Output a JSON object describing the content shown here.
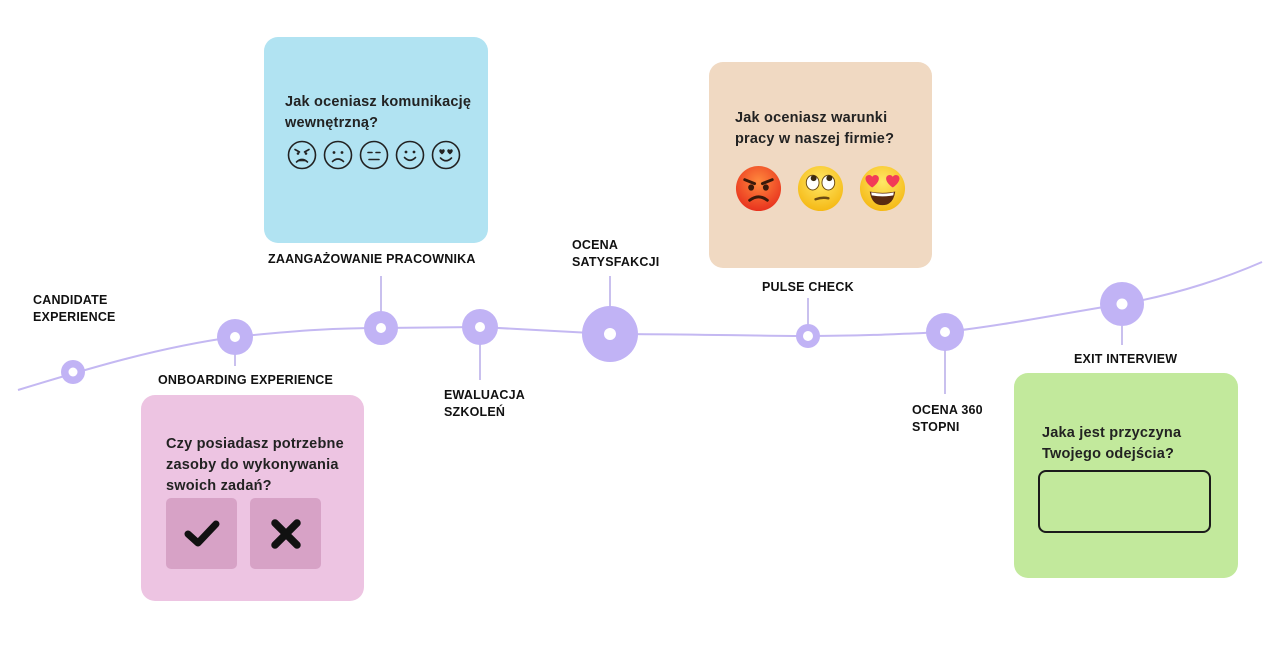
{
  "stages": [
    {
      "id": "candidate",
      "label": "CANDIDATE\nEXPERIENCE"
    },
    {
      "id": "onboarding",
      "label": "ONBOARDING EXPERIENCE"
    },
    {
      "id": "engagement",
      "label": "ZAANGAŻOWANIE PRACOWNIKA"
    },
    {
      "id": "training",
      "label": "EWALUACJA\nSZKOLEŃ"
    },
    {
      "id": "satisfaction",
      "label": "OCENA\nSATYSFAKCJI"
    },
    {
      "id": "pulse",
      "label": "PULSE CHECK"
    },
    {
      "id": "review360",
      "label": "OCENA 360\nSTOPNI"
    },
    {
      "id": "exit",
      "label": "EXIT INTERVIEW"
    }
  ],
  "cards": {
    "engagement": {
      "question": "Jak oceniasz komunikację\nwewnętrzną?",
      "options": [
        "angry-face-icon",
        "sad-face-icon",
        "neutral-face-icon",
        "smiling-face-icon",
        "heart-eyes-face-icon"
      ]
    },
    "onboarding": {
      "question": "Czy posiadasz potrzebne\nzasoby do wykonywania\nswoich zadań?",
      "options": [
        "check-icon",
        "cross-icon"
      ]
    },
    "pulse": {
      "question": "Jak oceniasz warunki\npracy w naszej firmie?",
      "options": [
        "angry-emoji-icon",
        "eye-roll-emoji-icon",
        "heart-eyes-emoji-icon"
      ]
    },
    "exit": {
      "question": "Jaka jest przyczyna\nTwojego odejścia?",
      "input_value": ""
    }
  },
  "colors": {
    "timeline": "#c4b8f2",
    "node": "#c1b3f5",
    "connector": "#c9c0ee",
    "card_blue": "#b1e3f2",
    "card_pink": "#edc4e2",
    "card_beige": "#f0d9c2",
    "card_green": "#c2e99c",
    "button_pink": "#d7a2c6"
  }
}
